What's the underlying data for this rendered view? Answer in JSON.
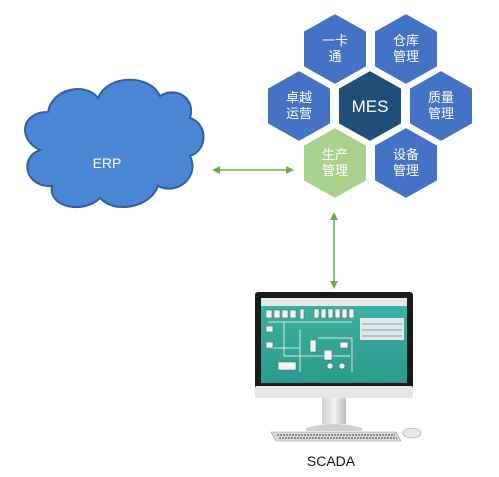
{
  "diagram": {
    "erp": {
      "label": "ERP",
      "color": "#4a86d4"
    },
    "mes_cluster": {
      "center": {
        "label": "MES",
        "color": "#1f4e79"
      },
      "modules": [
        {
          "id": "card",
          "line1": "一卡",
          "line2": "通",
          "color": "#4472c4"
        },
        {
          "id": "warehouse",
          "line1": "仓库",
          "line2": "管理",
          "color": "#4472c4"
        },
        {
          "id": "operations",
          "line1": "卓越",
          "line2": "运营",
          "color": "#4472c4"
        },
        {
          "id": "quality",
          "line1": "质量",
          "line2": "管理",
          "color": "#4472c4"
        },
        {
          "id": "production",
          "line1": "生产",
          "line2": "管理",
          "color": "#a9d18e"
        },
        {
          "id": "equipment",
          "line1": "设备",
          "line2": "管理",
          "color": "#4472c4"
        }
      ]
    },
    "scada": {
      "label": "SCADA"
    },
    "connector_color": "#70ad47"
  }
}
